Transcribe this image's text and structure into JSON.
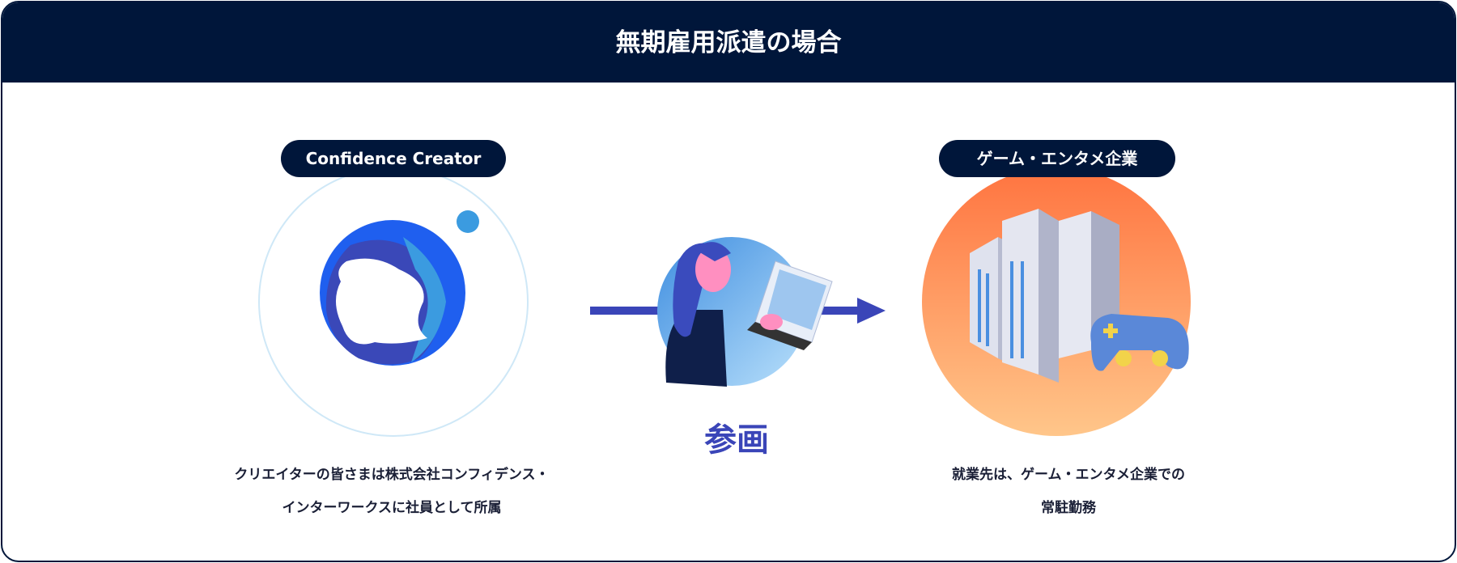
{
  "header": {
    "title": "無期雇用派遣の場合"
  },
  "left": {
    "label": "Confidence Creator",
    "caption_lines": [
      "クリエイターの皆さまは株式会社コンフィデンス・",
      "インターワークスに社員として所属"
    ]
  },
  "middle": {
    "label": "参画"
  },
  "right": {
    "label": "ゲーム・エンタメ企業",
    "caption_lines": [
      "就業先は、ゲーム・エンタメ企業での",
      "常駐勤務"
    ]
  },
  "colors": {
    "navy": "#00163a",
    "accent": "#3a45b8",
    "orange": "#ff7a45"
  }
}
